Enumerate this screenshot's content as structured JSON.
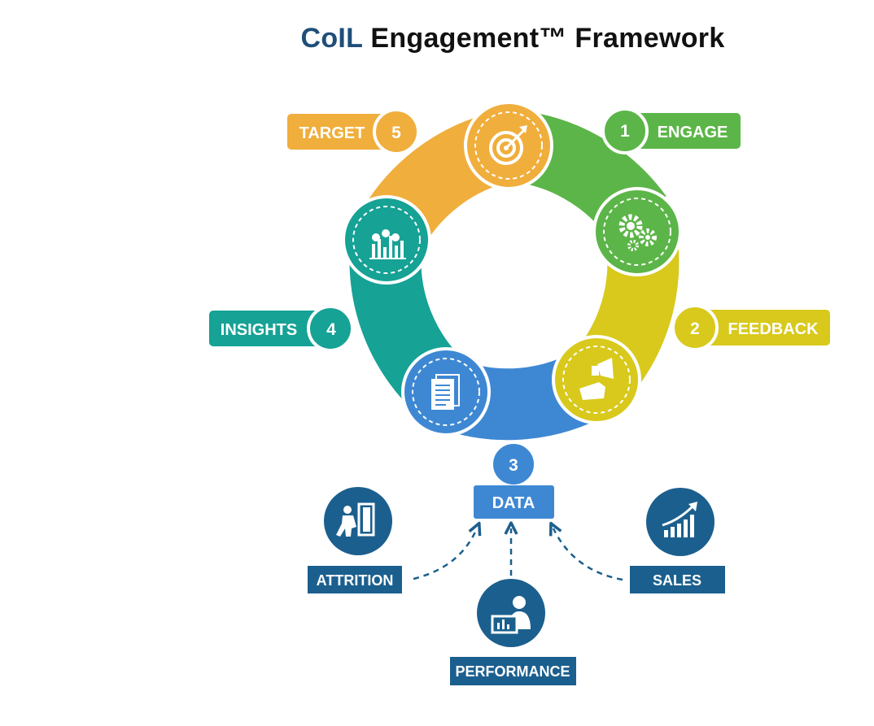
{
  "title": {
    "brand": "CoIL",
    "rest": "Engagement™ Framework"
  },
  "colors": {
    "engage": "#5cb548",
    "feedback": "#d8c91c",
    "data": "#3e88d3",
    "insights": "#16a295",
    "target": "#f0ae3c",
    "source": "#1b5f8e",
    "dash": "#1b5f8e"
  },
  "cycle": [
    {
      "number": "1",
      "label": "ENGAGE",
      "icon": "gears-icon"
    },
    {
      "number": "2",
      "label": "FEEDBACK",
      "icon": "hand-megaphone-icon"
    },
    {
      "number": "3",
      "label": "DATA",
      "icon": "document-icon"
    },
    {
      "number": "4",
      "label": "INSIGHTS",
      "icon": "bar-chart-pins-icon"
    },
    {
      "number": "5",
      "label": "TARGET",
      "icon": "target-icon"
    }
  ],
  "sources": [
    {
      "label": "ATTRITION",
      "icon": "exit-door-icon"
    },
    {
      "label": "PERFORMANCE",
      "icon": "person-screen-icon"
    },
    {
      "label": "SALES",
      "icon": "growth-chart-icon"
    }
  ]
}
